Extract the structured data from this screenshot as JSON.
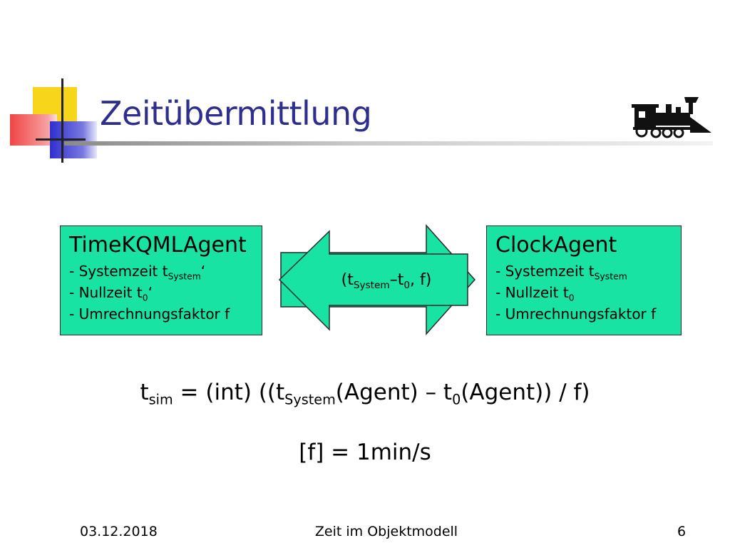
{
  "slide": {
    "title": "Zeitübermittlung",
    "colors": {
      "title": "#2e2e8f",
      "box_fill": "#19e3a3",
      "deco_yellow": "#f7d51a",
      "deco_blue": "#2f2fcf",
      "deco_red": "#f04545"
    }
  },
  "left_box": {
    "title": "TimeKQMLAgent",
    "lines": [
      {
        "prefix": "- Systemzeit t",
        "sub": "System",
        "suffix": "‘"
      },
      {
        "prefix": "- Nullzeit t",
        "sub": "0",
        "suffix": "‘"
      },
      {
        "prefix": "- Umrechnungsfaktor f",
        "sub": "",
        "suffix": ""
      }
    ]
  },
  "right_box": {
    "title": "ClockAgent",
    "lines": [
      {
        "prefix": "- Systemzeit t",
        "sub": "System",
        "suffix": ""
      },
      {
        "prefix": "- Nullzeit t",
        "sub": "0",
        "suffix": ""
      },
      {
        "prefix": "- Umrechnungsfaktor f",
        "sub": "",
        "suffix": ""
      }
    ]
  },
  "arrow": {
    "label_open": "(t",
    "label_sub1": "System",
    "label_mid": "–t",
    "label_sub2": "0",
    "label_close": ", f)"
  },
  "formula": {
    "t": "t",
    "sub_sim": "sim",
    "p1": " = (int) ((t",
    "sub_system": "System",
    "p2": "(Agent) – t",
    "sub_0": "0",
    "p3": "(Agent)) / f)"
  },
  "unit_text": "[f] = 1min/s",
  "footer": {
    "date": "03.12.2018",
    "center": "Zeit im Objektmodell",
    "page": "6"
  },
  "icons": [
    "locomotive-icon"
  ]
}
